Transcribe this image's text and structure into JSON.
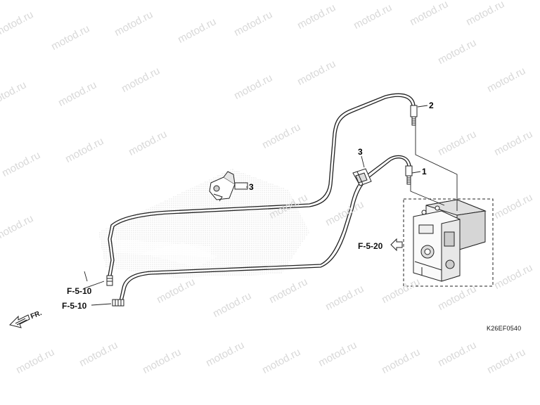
{
  "watermark": "motod.ru",
  "callouts": {
    "c1": "1",
    "c2": "2",
    "c3a": "3",
    "c3b": "3"
  },
  "references": {
    "ref_f520": "F-5-20",
    "ref_f510_upper": "F-5-10",
    "ref_f510_lower": "F-5-10"
  },
  "front_marker": "FR.",
  "diagram_code": "K26EF0540",
  "colors": {
    "line": "#222222",
    "watermark": "#d8d8d8",
    "stipple": "#b8b8b8"
  }
}
